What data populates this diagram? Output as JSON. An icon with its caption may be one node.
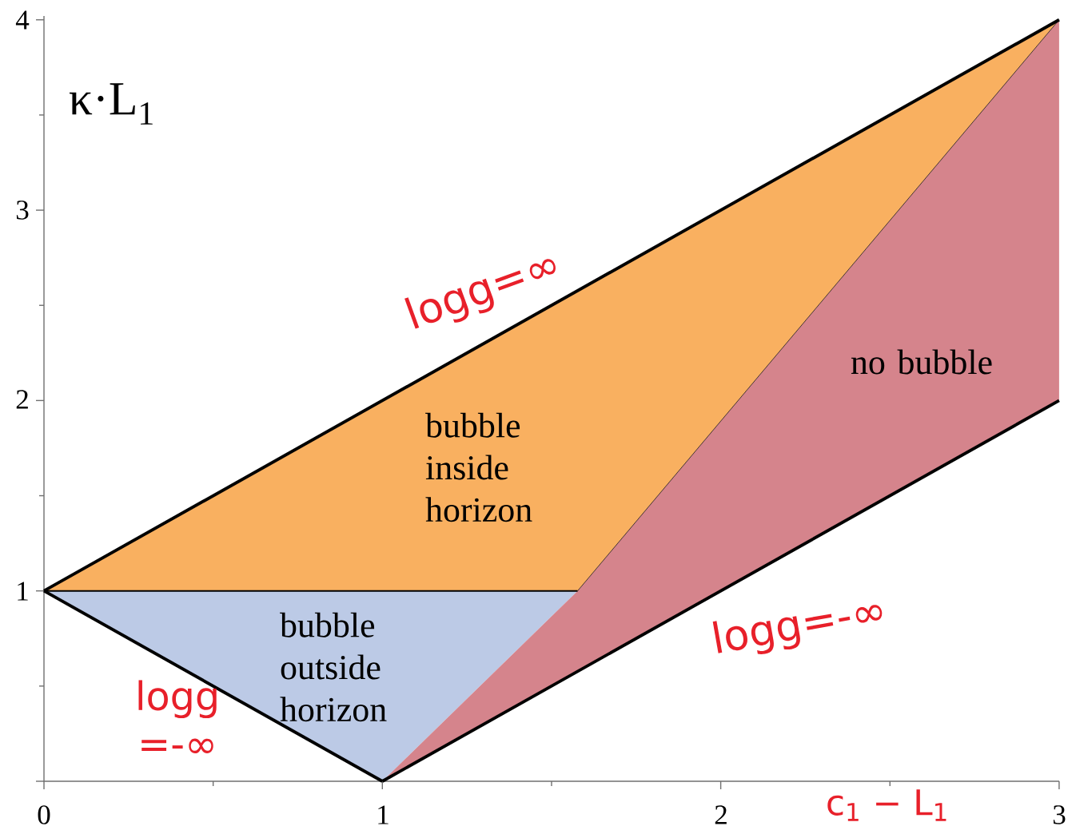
{
  "diagram": {
    "nodes": [
      {
        "text": [
          "bubble inside horizon"
        ]
      },
      {
        "text": [
          "bubble outside horizon"
        ]
      },
      {
        "text": [
          "no bubble"
        ]
      }
    ],
    "labels": [
      "4",
      "κ·L$_{1}$",
      "3",
      "logg=∞",
      "2",
      "1",
      "logg=-∞",
      "logg =-∞",
      "0",
      "1",
      "2",
      "c$_{1}$ − L$_{1}$",
      "3"
    ]
  }
}
